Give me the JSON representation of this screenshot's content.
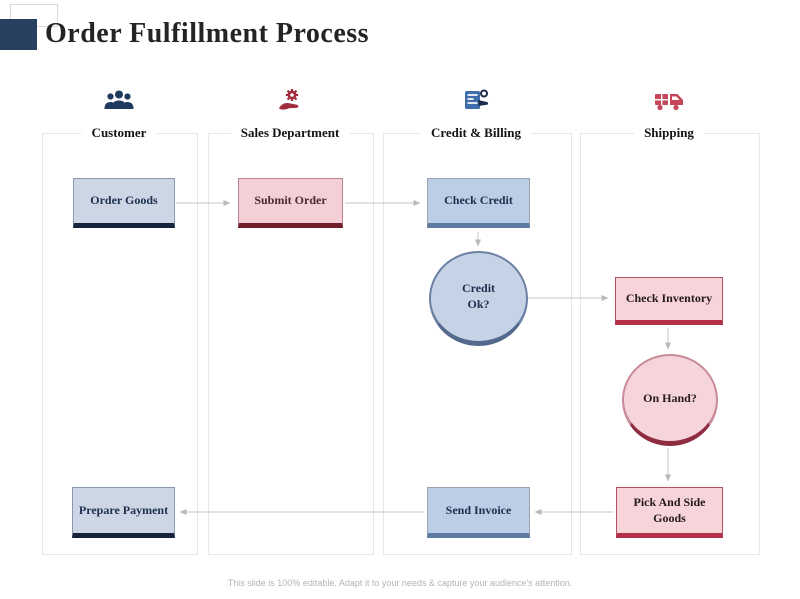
{
  "slide": {
    "title": "Order Fulfillment Process",
    "footer": "This slide is 100% editable. Adapt it to your needs & capture your audience's attention."
  },
  "lanes": [
    {
      "label": "Customer",
      "icon": "customers-group-icon"
    },
    {
      "label": "Sales Department",
      "icon": "hand-gear-icon"
    },
    {
      "label": "Credit & Billing",
      "icon": "billing-invoice-icon"
    },
    {
      "label": "Shipping",
      "icon": "delivery-truck-icon"
    }
  ],
  "nodes": [
    {
      "id": "order-goods",
      "label": "Order Goods",
      "lane": "Customer",
      "shape": "process",
      "theme": "blue"
    },
    {
      "id": "submit-order",
      "label": "Submit Order",
      "lane": "Sales Department",
      "shape": "process",
      "theme": "pink"
    },
    {
      "id": "check-credit",
      "label": "Check Credit",
      "lane": "Credit & Billing",
      "shape": "process",
      "theme": "blue"
    },
    {
      "id": "credit-ok",
      "label": "Credit Ok?",
      "lane": "Credit & Billing",
      "shape": "decision",
      "theme": "blue"
    },
    {
      "id": "check-inventory",
      "label": "Check Inventory",
      "lane": "Shipping",
      "shape": "process",
      "theme": "pink"
    },
    {
      "id": "on-hand",
      "label": "On Hand?",
      "lane": "Shipping",
      "shape": "decision",
      "theme": "pink"
    },
    {
      "id": "pick-side-goods",
      "label": "Pick And Side Goods",
      "lane": "Shipping",
      "shape": "process",
      "theme": "pink"
    },
    {
      "id": "send-invoice",
      "label": "Send Invoice",
      "lane": "Credit & Billing",
      "shape": "process",
      "theme": "blue"
    },
    {
      "id": "prepare-payment",
      "label": "Prepare Payment",
      "lane": "Customer",
      "shape": "process",
      "theme": "blue"
    }
  ],
  "edges": [
    {
      "from": "order-goods",
      "to": "submit-order"
    },
    {
      "from": "submit-order",
      "to": "check-credit"
    },
    {
      "from": "check-credit",
      "to": "credit-ok"
    },
    {
      "from": "credit-ok",
      "to": "check-inventory"
    },
    {
      "from": "check-inventory",
      "to": "on-hand"
    },
    {
      "from": "on-hand",
      "to": "pick-side-goods"
    },
    {
      "from": "pick-side-goods",
      "to": "send-invoice"
    },
    {
      "from": "send-invoice",
      "to": "prepare-payment"
    }
  ],
  "colors": {
    "navy": "#1e2f4d",
    "navy_square": "#27405f",
    "blue_fill": "#ccd6e5",
    "blue_fill_alt": "#bccee6",
    "pink_fill": "#f4cfd6",
    "maroon": "#741d2a",
    "crimson": "#b23048",
    "lane_border": "#e7e7e7",
    "arrow_gray": "#c3c3c3"
  }
}
